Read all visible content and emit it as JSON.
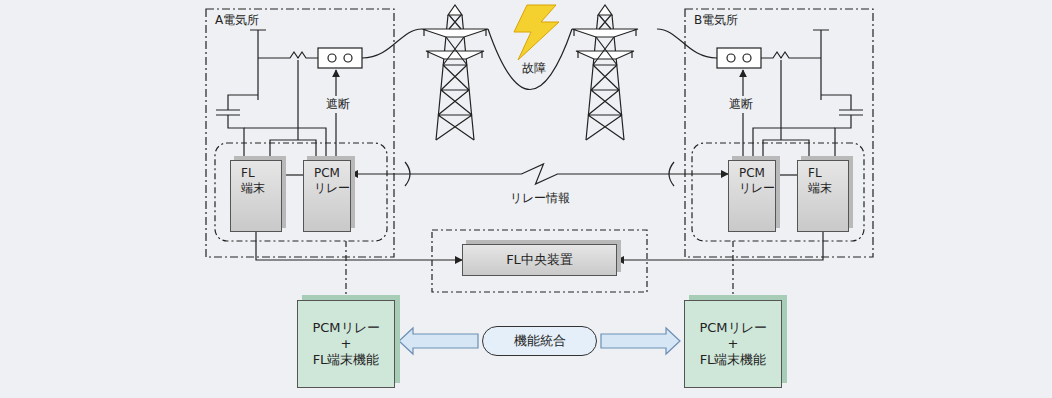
{
  "diagram": {
    "nodes": [
      {
        "text": [
          "A電気所"
        ]
      },
      {
        "text": [
          "FL 端末"
        ],
        "in": 0
      },
      {
        "text": [
          "PCM リレー"
        ],
        "in": 0
      },
      {
        "text": [
          "B電気所"
        ]
      },
      {
        "text": [
          "PCM リレー"
        ],
        "in": 3
      },
      {
        "text": [
          "FL 端末"
        ],
        "in": 3
      },
      {
        "text": [
          "FL中央装置"
        ]
      },
      {
        "text": [
          "PCMリレー + FL端末機能"
        ]
      },
      {
        "text": [
          "PCMリレー + FL端末機能"
        ]
      },
      {
        "text": [
          "機能統合"
        ]
      }
    ],
    "edges": [
      {
        "from": 2,
        "to": 4,
        "label": "リレー情報",
        "arrow": "both"
      },
      {
        "from": 1,
        "to": 6,
        "arrow": "to"
      },
      {
        "from": 5,
        "to": 6,
        "arrow": "to"
      },
      {
        "from": 9,
        "to": 7,
        "arrow": "to"
      },
      {
        "from": 9,
        "to": 8,
        "arrow": "to"
      }
    ],
    "labels": [
      "遮断",
      "遮断",
      "故障"
    ]
  }
}
